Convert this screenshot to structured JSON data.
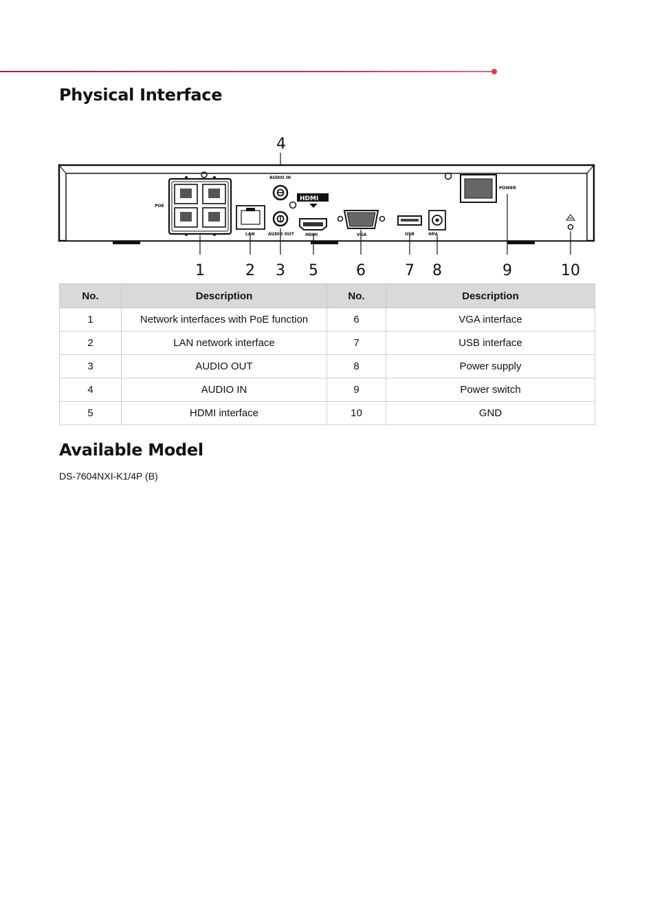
{
  "sections": {
    "physical_interface_title": "Physical Interface",
    "available_model_title": "Available Model",
    "model_name": "DS-7604NXI-K1/4P (B)"
  },
  "diagram": {
    "callouts": [
      "1",
      "2",
      "3",
      "4",
      "5",
      "6",
      "7",
      "8",
      "9",
      "10"
    ],
    "port_labels": {
      "poe": "POE",
      "lan": "LAN",
      "audio_in": "AUDIO IN",
      "audio_out": "AUDIO OUT",
      "hdmi_logo": "HDMI",
      "hdmi_port": "HDMI",
      "vga": "VGA",
      "usb": "USB",
      "dc": "48V",
      "power": "POWER"
    }
  },
  "table": {
    "headers": [
      "No.",
      "Description",
      "No.",
      "Description"
    ],
    "rows": [
      [
        "1",
        "Network interfaces with PoE function",
        "6",
        "VGA interface"
      ],
      [
        "2",
        "LAN network interface",
        "7",
        "USB interface"
      ],
      [
        "3",
        "AUDIO OUT",
        "8",
        "Power supply"
      ],
      [
        "4",
        "AUDIO IN",
        "9",
        "Power switch"
      ],
      [
        "5",
        "HDMI interface",
        "10",
        "GND"
      ]
    ]
  },
  "colors": {
    "accent_rule": "#c8102e",
    "header_bg": "#d9d9d9"
  }
}
